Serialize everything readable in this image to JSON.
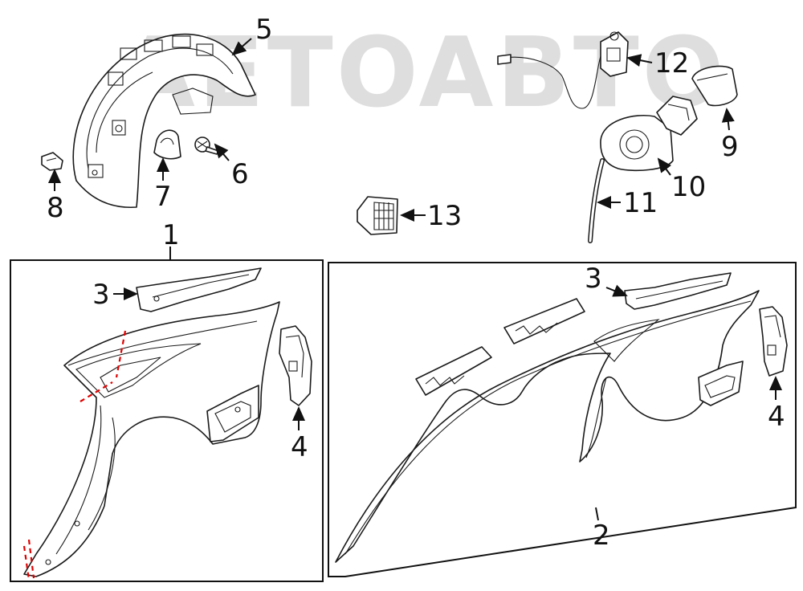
{
  "watermark": "AETOABTO",
  "callouts": {
    "c1": "1",
    "c2": "2",
    "c3a": "3",
    "c3b": "3",
    "c4a": "4",
    "c4b": "4",
    "c5": "5",
    "c6": "6",
    "c7": "7",
    "c8": "8",
    "c9": "9",
    "c10": "10",
    "c11": "11",
    "c12": "12",
    "c13": "13"
  },
  "colors": {
    "line": "#1a1a1a",
    "cut_line": "#e00000",
    "watermark": "#9a9a9a"
  }
}
